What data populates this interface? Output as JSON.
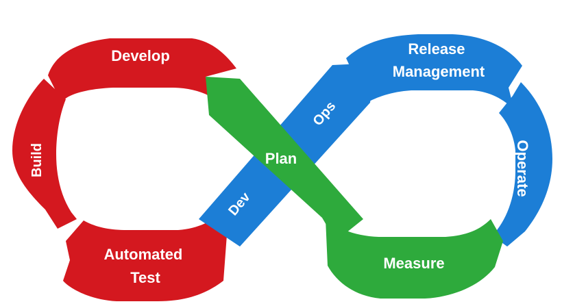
{
  "diagram": {
    "colors": {
      "dev_red": "#d4181f",
      "ops_blue": "#1c7ed6",
      "plan_green": "#2eaa3c",
      "background": "#ffffff",
      "text": "#ffffff"
    },
    "segments": {
      "develop": "Develop",
      "build": "Build",
      "automated_test": [
        "Automated",
        "Test"
      ],
      "release_management": [
        "Release",
        "Management"
      ],
      "operate": "Operate",
      "measure": "Measure",
      "plan": "Plan",
      "dev": "Dev",
      "ops": "Ops"
    }
  }
}
